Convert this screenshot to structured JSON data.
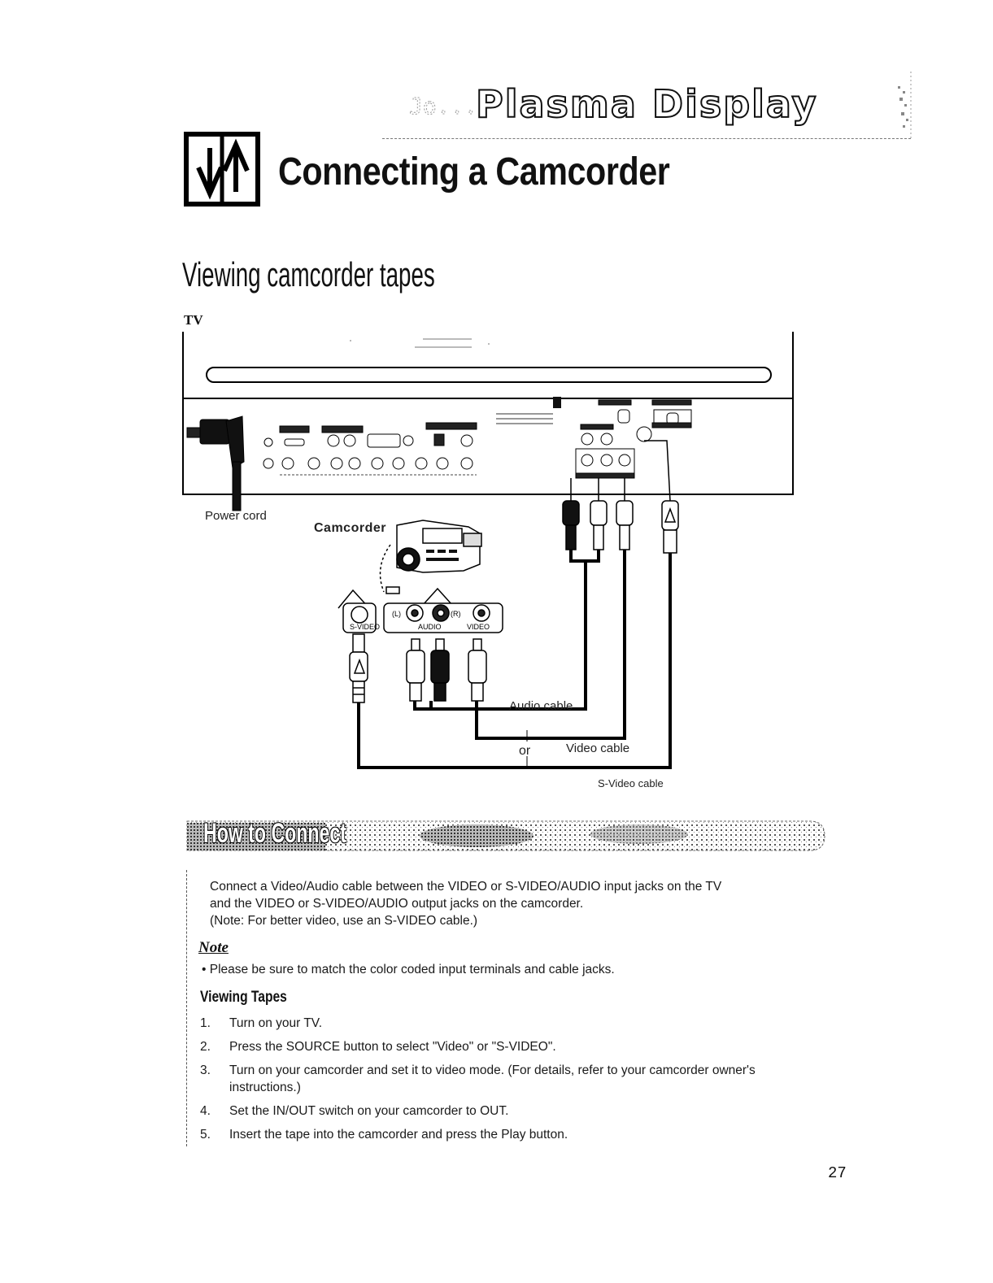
{
  "header": {
    "brand": "Plasma Display",
    "page_title": "Connecting a Camcorder"
  },
  "section": {
    "title": "Viewing camcorder tapes"
  },
  "diagram": {
    "tv_label": "TV",
    "power_cord_label": "Power cord",
    "camcorder_label": "Camcorder",
    "audio_cable_label": "Audio cable",
    "or_label": "or",
    "video_cable_label": "Video cable",
    "svideo_cable_label": "S-Video cable",
    "jack_labels": {
      "svideo": "S-VIDEO",
      "left": "(L)",
      "right": "(R)",
      "audio": "AUDIO",
      "video": "VIDEO"
    }
  },
  "how_to_connect": {
    "banner_title": "How to Connect",
    "intro_lines": [
      "Connect a Video/Audio cable between the VIDEO or S-VIDEO/AUDIO input jacks on the TV",
      "and the VIDEO or S-VIDEO/AUDIO output jacks on the camcorder.",
      "(Note: For better video, use an S-VIDEO cable.)"
    ],
    "note_heading": "Note",
    "note_bullet": "•   Please be sure to match the color coded input terminals and cable jacks.",
    "steps_heading": "Viewing Tapes",
    "steps": [
      {
        "num": "1.",
        "text": "Turn on your TV."
      },
      {
        "num": "2.",
        "text": "Press the SOURCE button to select \"Video\" or \"S-VIDEO\"."
      },
      {
        "num": "3.",
        "text": "Turn on your camcorder and set it to video mode. (For details, refer to your camcorder owner's instructions.)"
      },
      {
        "num": "4.",
        "text": "Set the IN/OUT switch on your camcorder to OUT."
      },
      {
        "num": "5.",
        "text": "Insert the tape into the camcorder and press the Play button."
      }
    ]
  },
  "page_number": "27"
}
